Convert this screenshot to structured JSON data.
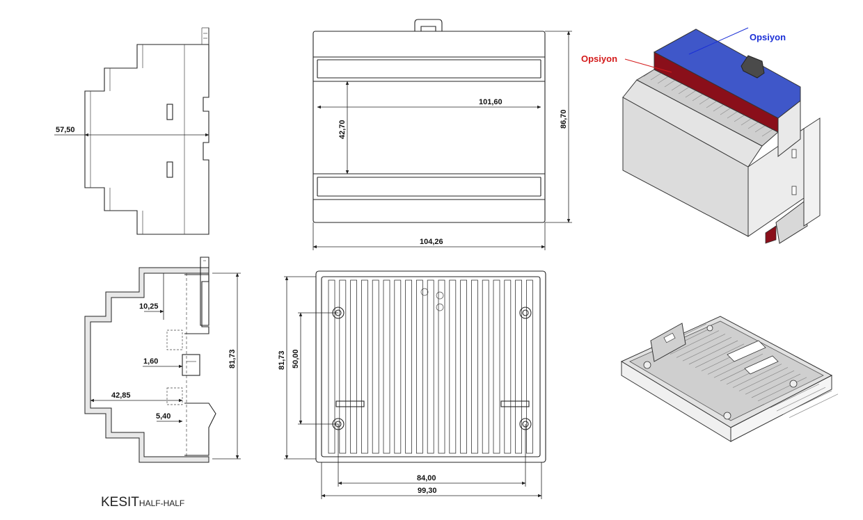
{
  "dimensions": {
    "side_depth": "57,50",
    "front_inner_width": "101,60",
    "front_inner_height": "42,70",
    "front_height": "86,70",
    "front_width": "104,26",
    "section_offset_a": "10,25",
    "section_wall": "1,60",
    "section_offset_b": "42,85",
    "section_offset_c": "5,40",
    "section_height": "81,73",
    "base_height": "81,73",
    "base_hole_spacing_v": "50,00",
    "base_hole_spacing_h": "84,00",
    "base_width": "99,30"
  },
  "labels": {
    "option_top": "Opsiyon",
    "option_side": "Opsiyon",
    "section_title_main": "KESIT",
    "section_title_sub": "HALF-HALF"
  },
  "colors": {
    "option_top_color": "#3f57c9",
    "option_side_color": "#8a0f1a",
    "label_blue": "#1a2fd6",
    "label_red": "#d41a1a"
  }
}
